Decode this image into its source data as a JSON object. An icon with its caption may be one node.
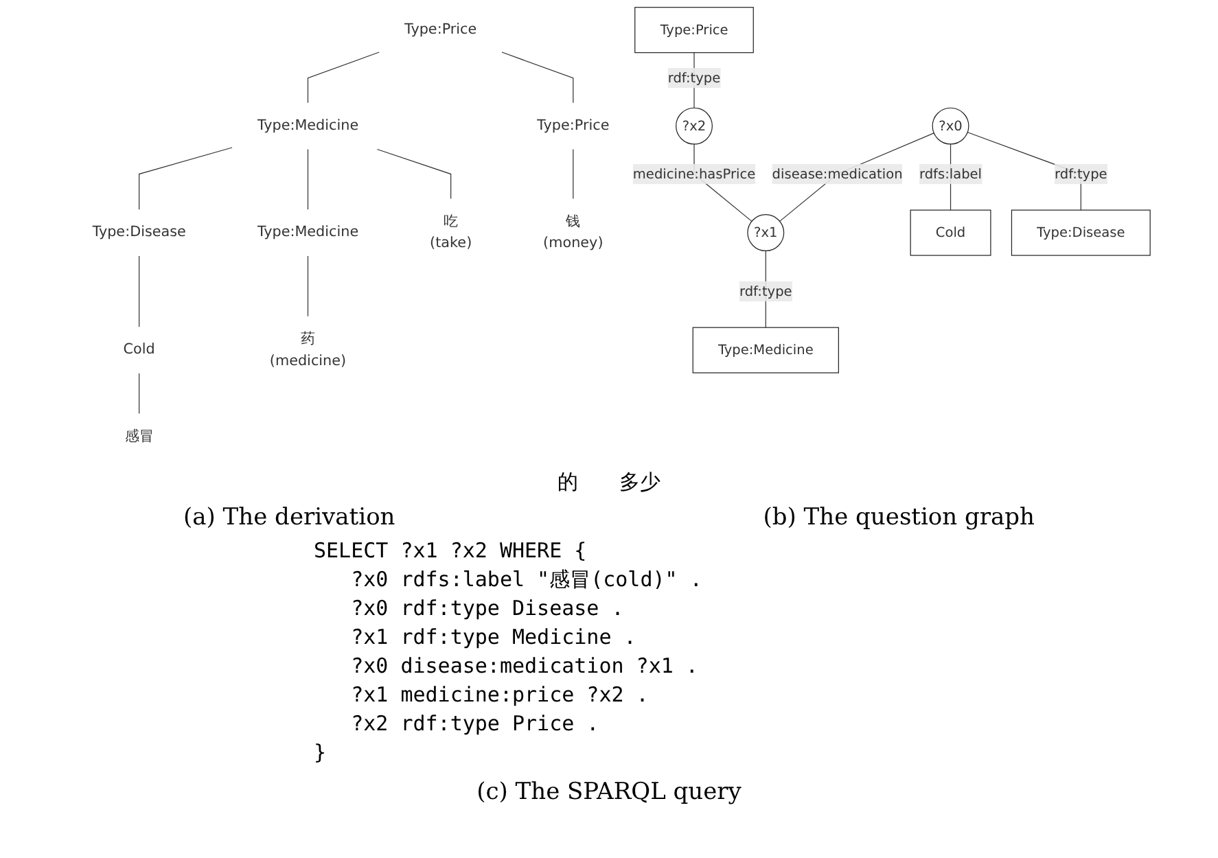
{
  "diagram": {
    "nodes": [
      {
        "text": [
          "Type:Price"
        ]
      },
      {
        "text": [
          "Type:Medicine"
        ]
      },
      {
        "text": [
          "Type:Price"
        ]
      },
      {
        "text": [
          "Type:Disease"
        ]
      },
      {
        "text": [
          "Type:Medicine"
        ]
      },
      {
        "text": [
          "Cold"
        ]
      },
      {
        "text": [
          "吃",
          "(take)"
        ]
      },
      {
        "text": [
          "药",
          "(medicine)"
        ]
      },
      {
        "text": [
          "钱",
          "(money)"
        ]
      },
      {
        "text": [
          "感冒"
        ]
      },
      {
        "text": [
          "Type:Price"
        ]
      },
      {
        "text": [
          "?x2"
        ]
      },
      {
        "text": [
          "?x0"
        ]
      },
      {
        "text": [
          "?x1"
        ]
      },
      {
        "text": [
          "Cold"
        ]
      },
      {
        "text": [
          "Type:Disease"
        ]
      },
      {
        "text": [
          "Type:Medicine"
        ]
      }
    ],
    "edges": [
      {
        "from": 0,
        "to": 1,
        "arrow": "none"
      },
      {
        "from": 0,
        "to": 2,
        "arrow": "none"
      },
      {
        "from": 1,
        "to": 3,
        "arrow": "none"
      },
      {
        "from": 1,
        "to": 6,
        "arrow": "none"
      },
      {
        "from": 1,
        "to": 4,
        "arrow": "none"
      },
      {
        "from": 2,
        "to": 8,
        "arrow": "none"
      },
      {
        "from": 3,
        "to": 5,
        "arrow": "none"
      },
      {
        "from": 4,
        "to": 7,
        "arrow": "none"
      },
      {
        "from": 5,
        "to": 9,
        "arrow": "none"
      },
      {
        "from": 10,
        "to": 11,
        "arrow": "none",
        "label": "rdf:type"
      },
      {
        "from": 11,
        "to": 13,
        "arrow": "none",
        "label": "medicine:hasPrice"
      },
      {
        "from": 12,
        "to": 13,
        "arrow": "none",
        "label": "disease:medication"
      },
      {
        "from": 12,
        "to": 14,
        "arrow": "none",
        "label": "rdfs:label"
      },
      {
        "from": 12,
        "to": 15,
        "arrow": "none",
        "label": "rdf:type"
      },
      {
        "from": 13,
        "to": 16,
        "arrow": "none",
        "label": "rdf:type"
      }
    ],
    "labels": [
      "的",
      "多少",
      "(a) The derivation",
      "(b) The question graph",
      "SELECT ?x1 ?x2 WHERE {",
      "?x0 rdfs:label \"感冒(cold)\" .",
      "?x0 rdf:type Disease .",
      "?x1 rdf:type Medicine .",
      "?x0 disease:medication ?x1 .",
      "?x1 medicine:price ?x2 .",
      "?x2 rdf:type Price .",
      "}",
      "(c) The SPARQL query"
    ]
  }
}
